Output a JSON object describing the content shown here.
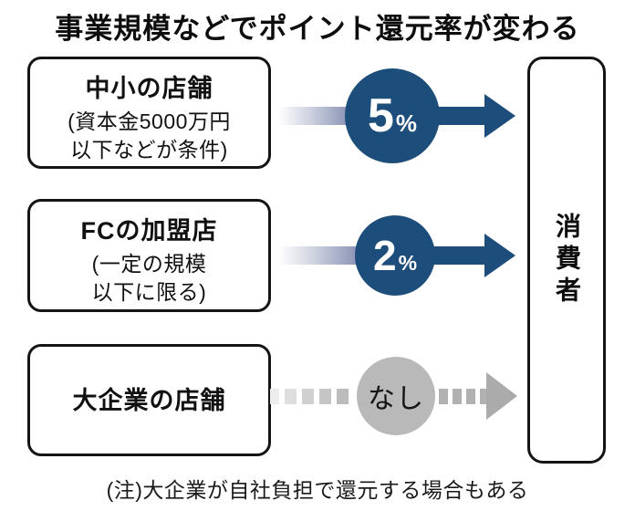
{
  "title": "事業規模などでポイント還元率が変わる",
  "note": "(注)大企業が自社負担で還元する場合もある",
  "consumer": {
    "label": "消費者"
  },
  "rows": [
    {
      "heading": "中小の店舗",
      "sub_line1": "(資本金5000万円",
      "sub_line2": "以下などが条件)",
      "rate": "5",
      "unit": "%",
      "arrow_style": "solid"
    },
    {
      "heading": "FCの加盟店",
      "sub_line1": "(一定の規模",
      "sub_line2": "以下に限る)",
      "rate": "2",
      "unit": "%",
      "arrow_style": "solid"
    },
    {
      "heading": "大企業の店舗",
      "rate": "なし",
      "arrow_style": "dashed"
    }
  ],
  "colors": {
    "accent_navy": "#1d4e7b",
    "inactive_gray": "#b9b9b9"
  }
}
